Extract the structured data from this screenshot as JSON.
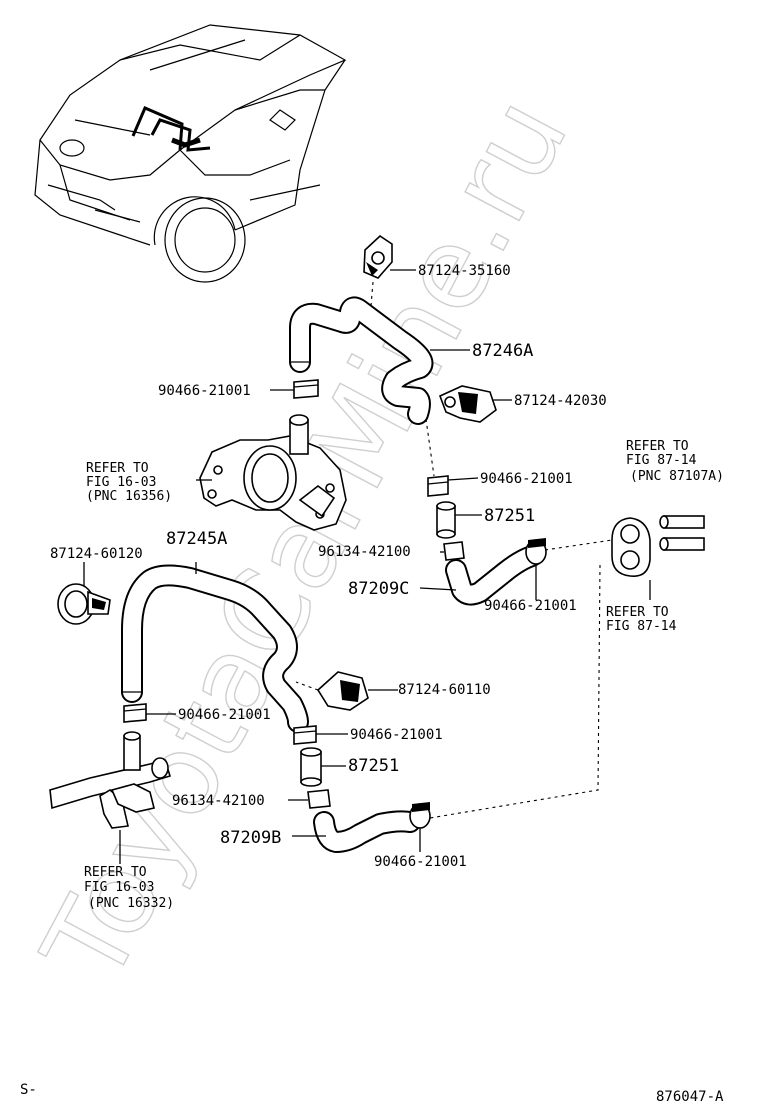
{
  "watermark": "ToyotaCarMine.ru",
  "labels": {
    "p87124_35160": "87124-35160",
    "p87246a": "87246A",
    "p90466_top": "90466-21001",
    "p87124_42030": "87124-42030",
    "refer_1603_a": {
      "line1": "REFER TO",
      "line2": "FIG 16-03",
      "line3": "(PNC 16356)"
    },
    "p90466_mid_right": "90466-21001",
    "p87251_upper": "87251",
    "refer_8714_a": {
      "line1": "REFER TO",
      "line2": "FIG 87-14",
      "line3": "(PNC 87107A)"
    },
    "p87245a": "87245A",
    "p87124_60120": "87124-60120",
    "p96134_upper": "96134-42100",
    "p87209c": "87209C",
    "p90466_c_right": "90466-21001",
    "refer_8714_b": {
      "line1": "REFER TO",
      "line2": "FIG 87-14"
    },
    "p87124_60110": "87124-60110",
    "p90466_left": "90466-21001",
    "p90466_lower": "90466-21001",
    "p87251_lower": "87251",
    "p96134_lower": "96134-42100",
    "p87209b": "87209B",
    "p90466_bottom": "90466-21001",
    "refer_1603_b": {
      "line1": "REFER TO",
      "line2": "FIG 16-03",
      "line3": "(PNC 16332)"
    }
  },
  "footer": {
    "left_code": "S-",
    "figure_number": "876047-A"
  }
}
